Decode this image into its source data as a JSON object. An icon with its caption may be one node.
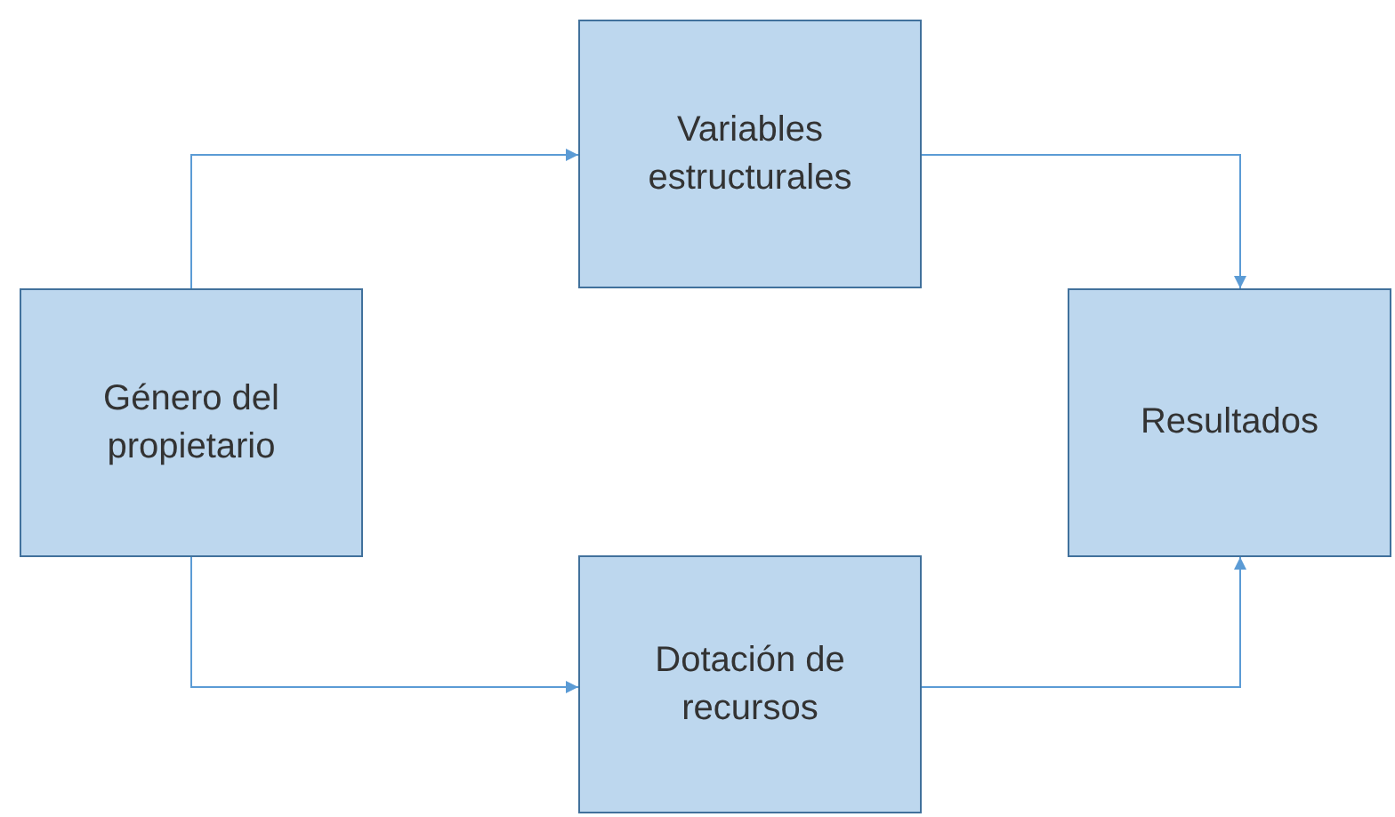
{
  "diagram": {
    "nodes": [
      {
        "text": [
          "Género del propietario"
        ]
      },
      {
        "text": [
          "Variables estructurales"
        ]
      },
      {
        "text": [
          "Resultados"
        ]
      },
      {
        "text": [
          "Dotación de recursos"
        ]
      }
    ],
    "edges": [
      {
        "from": 0,
        "to": 1,
        "arrow": "to"
      },
      {
        "from": 1,
        "to": 2,
        "arrow": "to"
      },
      {
        "from": 0,
        "to": 3,
        "arrow": "to"
      },
      {
        "from": 3,
        "to": 2,
        "arrow": "to"
      }
    ]
  }
}
